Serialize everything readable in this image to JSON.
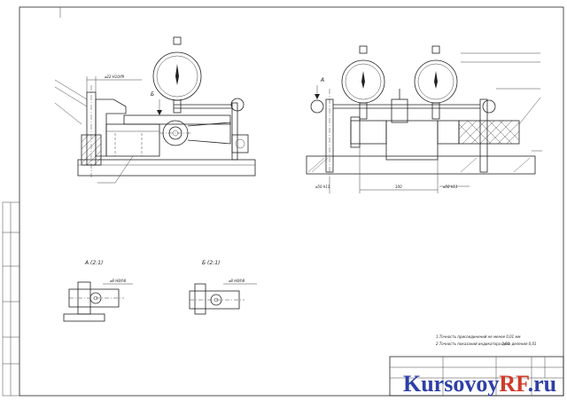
{
  "dimensions": {
    "top_fit": "⌀22 H10/f9",
    "span": "100",
    "left_bottom": "⌀50 h11",
    "right_bottom": "⌀50 h11",
    "detail_a_fit": "⌀8 H8/h8",
    "detail_b_fit": "⌀8 H8/h8"
  },
  "view_labels": {
    "b_arrow": "Б",
    "a_arrow": "А",
    "detail_a_title": "А (2:1)",
    "detail_b_title": "Б (2:1)"
  },
  "notes": {
    "line1": "1 Точность присоединений не менее 0,01 мм",
    "line2": "2 Точность показаний индикатора 0,01",
    "line2_extra": "цена деления 0,01"
  },
  "watermark": {
    "text_dark": "Kursovoy",
    "text_accent": "RF",
    "text_tail": ".ru"
  },
  "colors": {
    "line": "#222222",
    "watermark": "#2e3fa8",
    "watermark_accent": "#d23a2a"
  }
}
